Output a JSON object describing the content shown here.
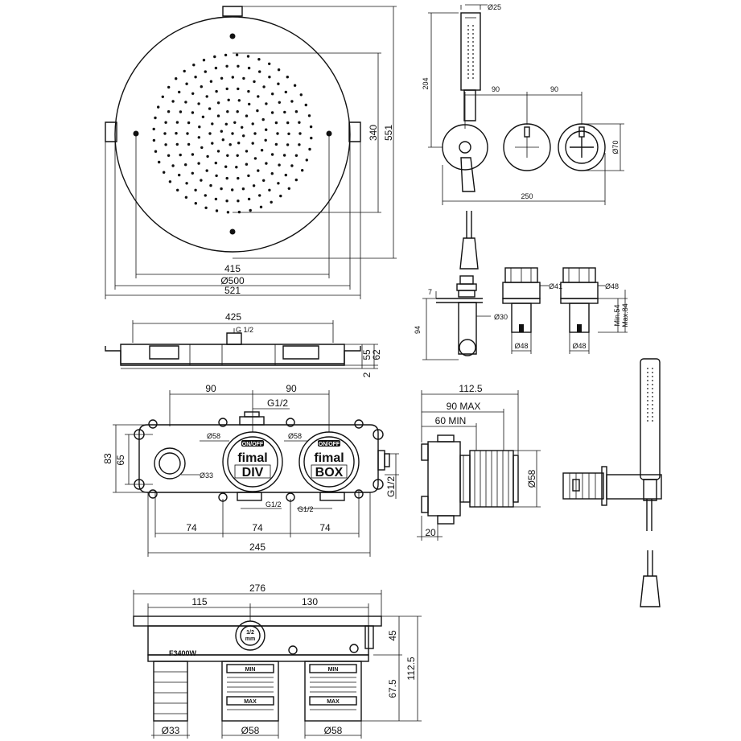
{
  "shower_head": {
    "dim_415": "415",
    "dim_d500": "Ø500",
    "dim_521": "521",
    "dim_340": "340",
    "dim_551": "551"
  },
  "shower_head_side": {
    "dim_425": "425",
    "dim_g12": "G 1/2",
    "dim_55": "55",
    "dim_62": "62",
    "dim_2": "2"
  },
  "controls_front": {
    "dim_d25": "Ø25",
    "dim_204": "204",
    "dim_90a": "90",
    "dim_90b": "90",
    "dim_d70": "Ø70",
    "dim_250": "250"
  },
  "controls_side": {
    "dim_7": "7",
    "dim_94": "94",
    "dim_d30": "Ø30",
    "dim_d41": "Ø41",
    "dim_d48_a": "Ø48",
    "dim_d48_b": "Ø48",
    "dim_d48_c": "Ø48",
    "dim_min54": "Min.54",
    "dim_max84": "Max.84"
  },
  "box_front": {
    "dim_90a": "90",
    "dim_90b": "90",
    "dim_g12_top": "G1/2",
    "dim_d58a": "Ø58",
    "dim_d58b": "Ø58",
    "dim_83": "83",
    "dim_65": "65",
    "dim_d33": "Ø33",
    "dim_g12_bl": "G1/2",
    "dim_g12_br": "G1/2",
    "dim_g12_right": "G1/2",
    "dim_74a": "74",
    "dim_74b": "74",
    "dim_74c": "74",
    "dim_245": "245",
    "brand_left": "fimal",
    "label_left": "DIV",
    "brand_right": "fimal",
    "label_right": "BOX",
    "tag_left": "ON/OFF",
    "tag_right": "ON/OFF"
  },
  "box_side": {
    "dim_1125": "112.5",
    "dim_90max": "90 MAX",
    "dim_60min": "60 MIN",
    "dim_d58": "Ø58",
    "dim_20": "20"
  },
  "box_top": {
    "dim_276": "276",
    "dim_115": "115",
    "dim_130": "130",
    "dim_45": "45",
    "dim_1125": "112.5",
    "dim_675": "67.5",
    "model": "F3400W",
    "dim_d33": "Ø33",
    "dim_d58a": "Ø58",
    "dim_d58b": "Ø58",
    "label_min": "MIN",
    "label_max": "MAX",
    "label_min2": "MIN",
    "label_max2": "MAX",
    "label_mm": "mm",
    "center_label": "1/2"
  }
}
